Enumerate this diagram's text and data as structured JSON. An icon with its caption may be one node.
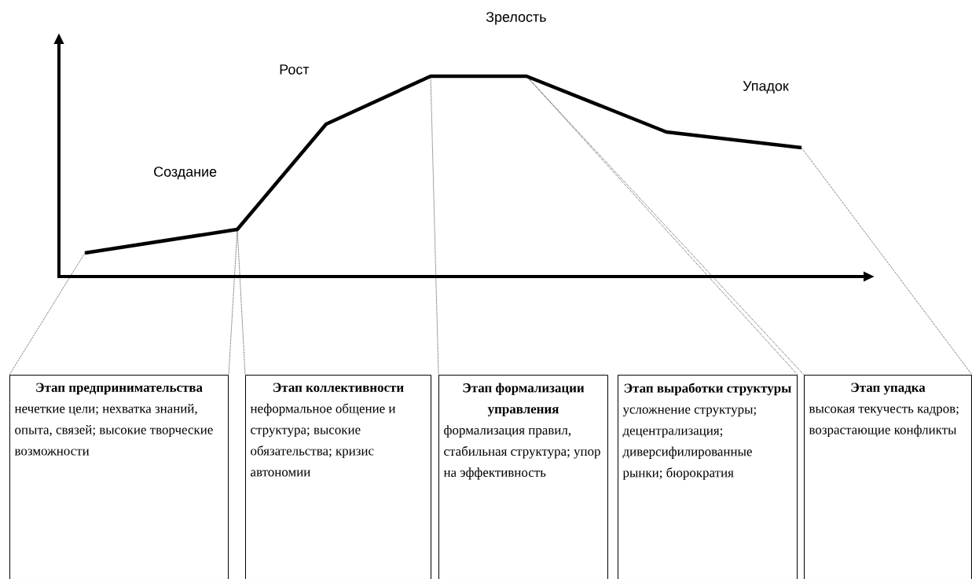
{
  "diagram": {
    "nodes": [
      {
        "text": [
          "Этап предпринимательства",
          "нечеткие цели; нехватка знаний, опыта, связей; высокие творческие возможности"
        ]
      },
      {
        "text": [
          "Этап коллективности",
          "неформальное общение и структура; высокие обязательства; кризис автономии"
        ]
      },
      {
        "text": [
          "Этап формализации управления",
          "формализация правил, стабильная структура; упор на эффективность"
        ]
      },
      {
        "text": [
          "Этап выработки структуры",
          "усложнение структуры; децентрализация; диверсифилированные рынки; бюрократия"
        ]
      },
      {
        "text": [
          "Этап упадка",
          "высокая текучесть кадров; возрастающие конфликты"
        ]
      }
    ],
    "edges": [
      {
        "from": null,
        "to": 0,
        "arrow": "none",
        "style": "dashed"
      },
      {
        "from": null,
        "to": 0,
        "arrow": "none",
        "style": "dashed"
      },
      {
        "from": null,
        "to": 1,
        "arrow": "none",
        "style": "dashed"
      },
      {
        "from": null,
        "to": 2,
        "arrow": "none",
        "style": "dashed"
      },
      {
        "from": null,
        "to": 3,
        "arrow": "none",
        "style": "dashed"
      },
      {
        "from": null,
        "to": 4,
        "arrow": "none",
        "style": "dashed"
      },
      {
        "from": null,
        "to": 4,
        "arrow": "none",
        "style": "dashed"
      }
    ],
    "labels": [
      "Зрелость",
      "Рост",
      "Упадок",
      "Создание"
    ]
  }
}
